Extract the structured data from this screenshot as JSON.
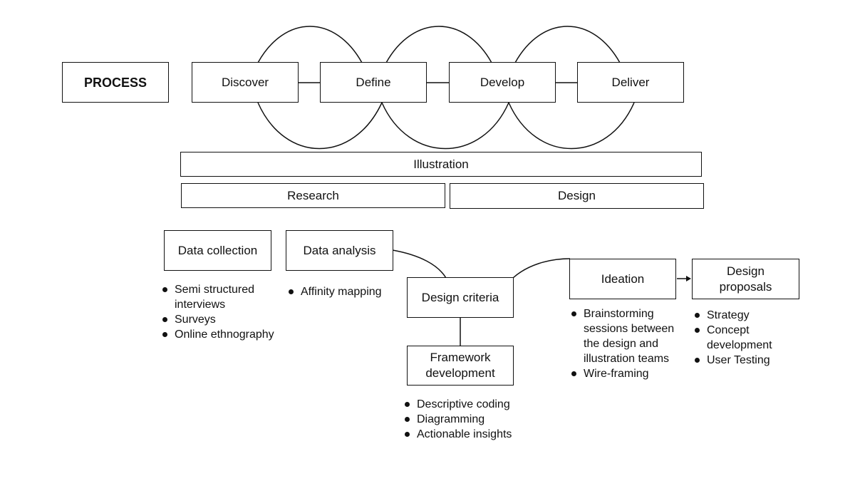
{
  "process_label": "PROCESS",
  "phases": [
    "Discover",
    "Define",
    "Develop",
    "Deliver"
  ],
  "bands": {
    "illustration": "Illustration",
    "research": "Research",
    "design": "Design"
  },
  "steps": {
    "data_collection": {
      "label": "Data collection",
      "items": [
        "Semi structured interviews",
        "Surveys",
        "Online ethnography"
      ]
    },
    "data_analysis": {
      "label": "Data analysis",
      "items": [
        "Affinity mapping"
      ]
    },
    "design_criteria": {
      "label": "Design criteria"
    },
    "framework_development": {
      "label": "Framework development",
      "items": [
        "Descriptive coding",
        "Diagramming",
        "Actionable insights"
      ]
    },
    "ideation": {
      "label": "Ideation",
      "items": [
        "Brainstorming sessions between the design and illustration teams",
        "Wire-framing"
      ]
    },
    "design_proposals": {
      "label": "Design proposals",
      "items": [
        "Strategy",
        "Concept development",
        "User Testing"
      ]
    }
  }
}
